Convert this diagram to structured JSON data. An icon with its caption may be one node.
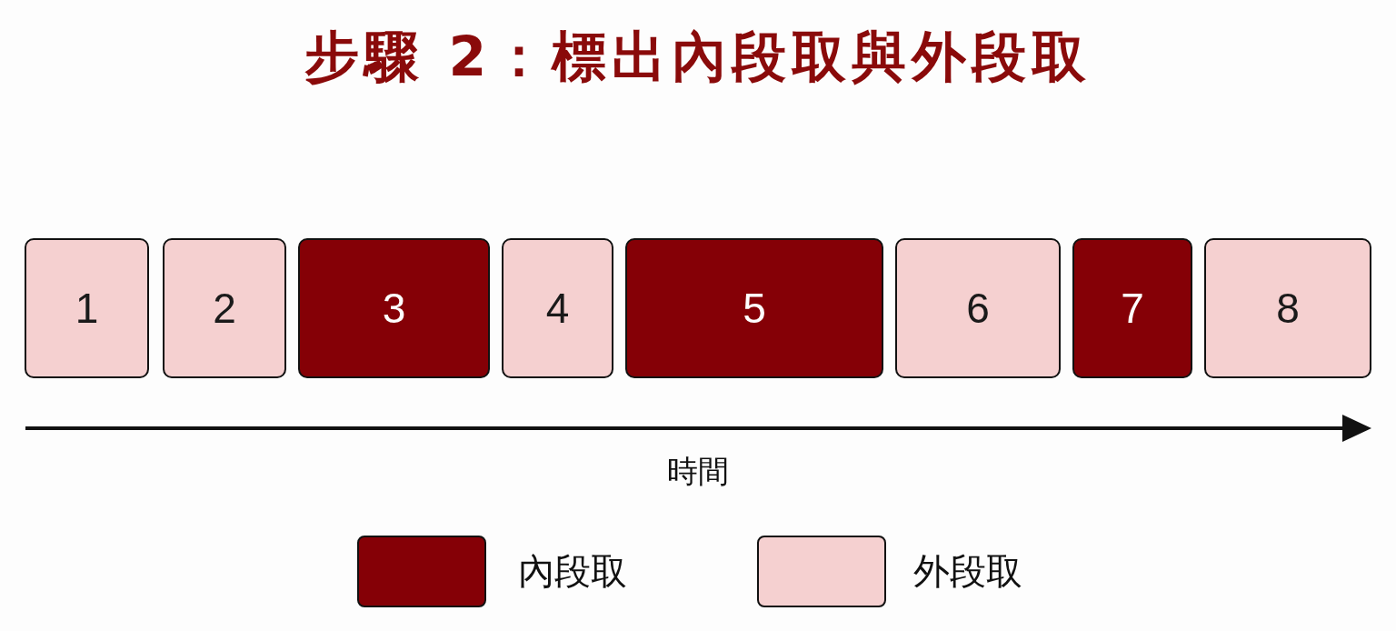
{
  "diagram": {
    "title": "步驟 2：標出內段取與外段取",
    "nodes": [
      {
        "text": [
          "1"
        ]
      },
      {
        "text": [
          "2"
        ]
      },
      {
        "text": [
          "3"
        ]
      },
      {
        "text": [
          "4"
        ]
      },
      {
        "text": [
          "5"
        ]
      },
      {
        "text": [
          "6"
        ]
      },
      {
        "text": [
          "7"
        ]
      },
      {
        "text": [
          "8"
        ]
      }
    ],
    "labels": [
      "時間"
    ],
    "legend": [
      {
        "text": "內段取",
        "color": "#850006"
      },
      {
        "text": "外段取",
        "color": "#f5d0d0"
      }
    ]
  }
}
